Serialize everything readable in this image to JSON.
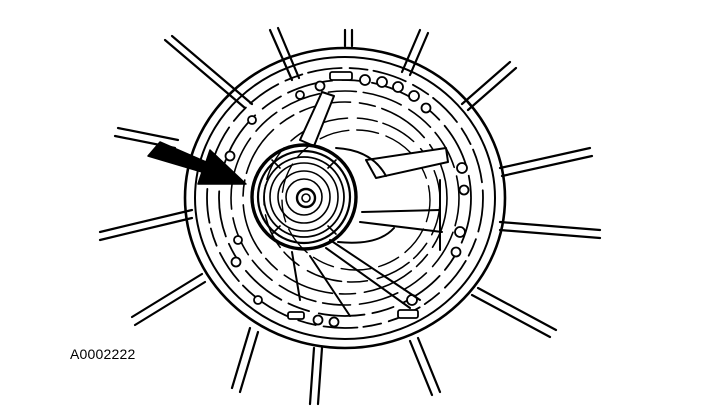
{
  "figure": {
    "reference_code": "A0002222"
  },
  "colors": {
    "ink": "#000000",
    "paper": "#ffffff",
    "callout_arrow": "#000000"
  },
  "parts": {
    "highlighted": "center-hub-seal",
    "callout": "callout-arrow"
  }
}
